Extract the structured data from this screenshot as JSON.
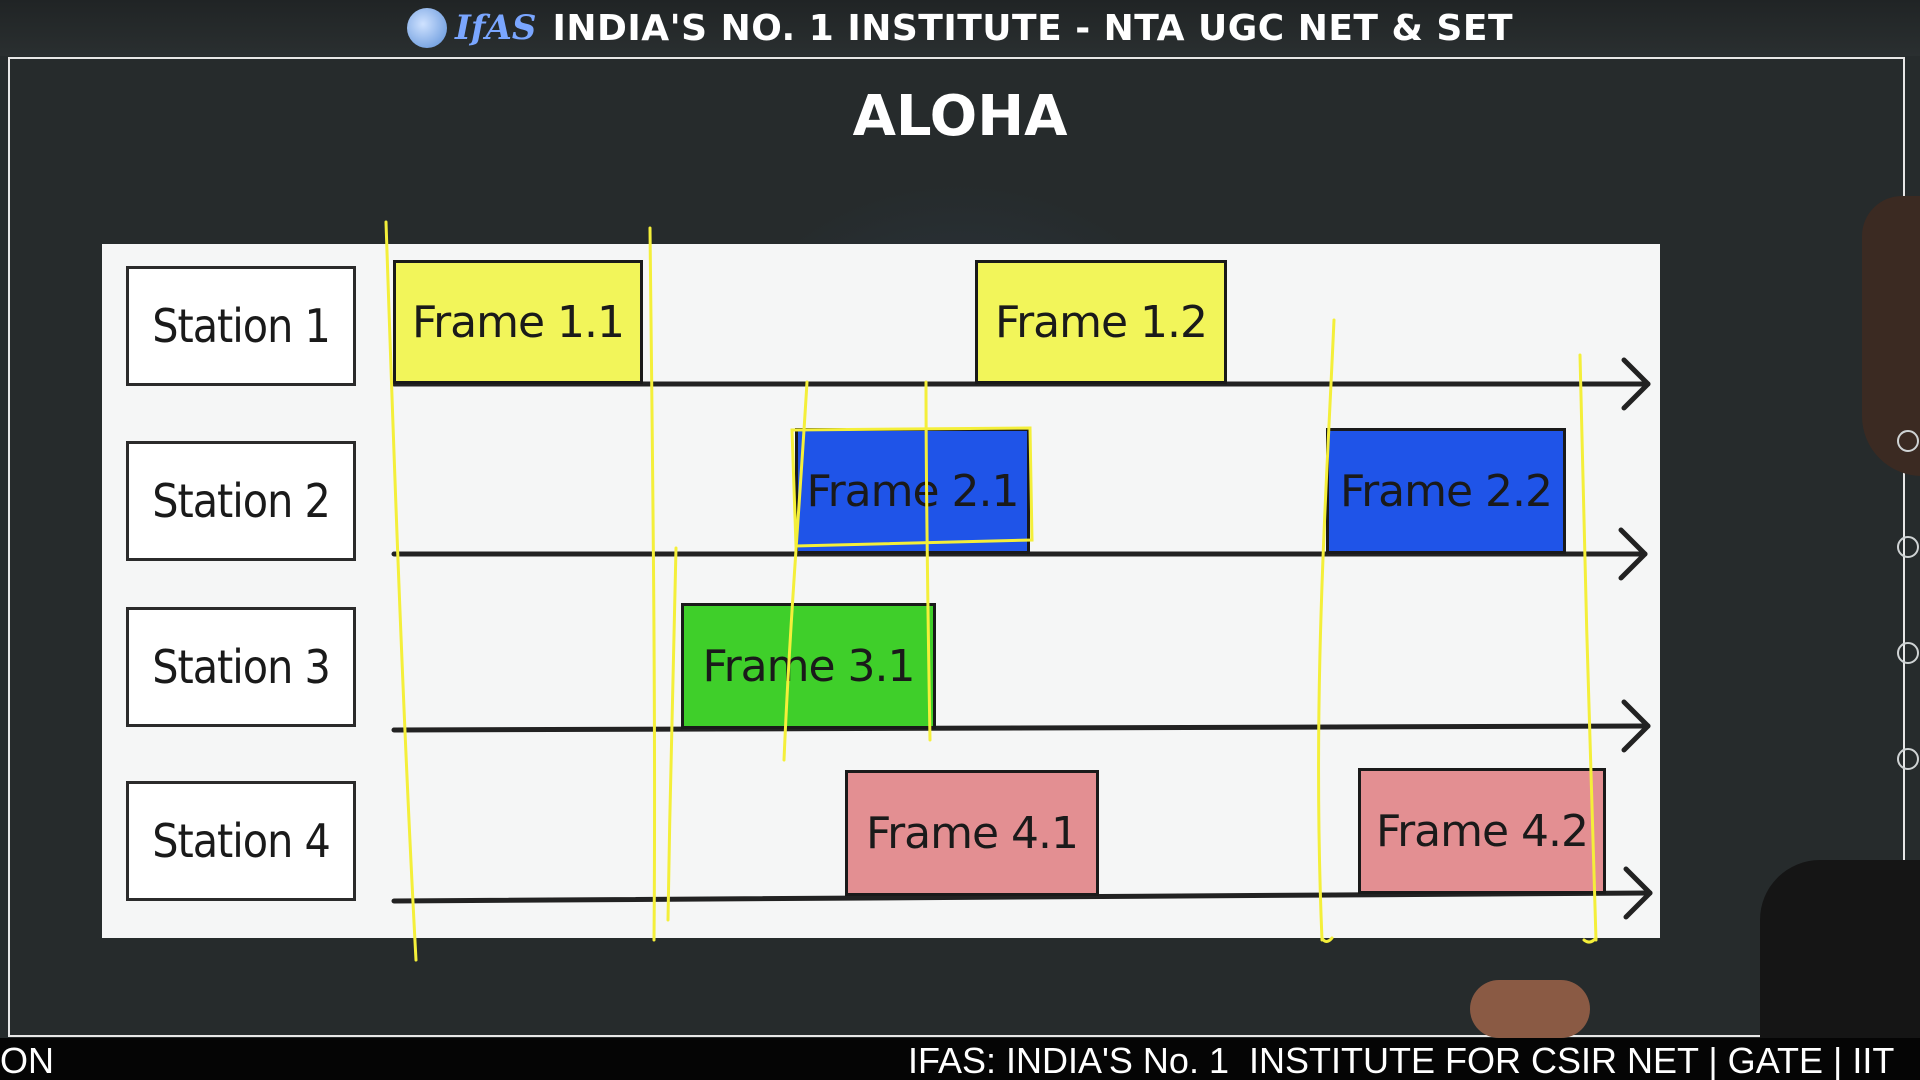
{
  "header": {
    "logo_text": "IfAS",
    "title": "INDIA'S NO. 1 INSTITUTE - NTA UGC NET & SET"
  },
  "slide": {
    "title": "ALOHA"
  },
  "diagram": {
    "stations": [
      {
        "label": "Station 1",
        "frames": [
          {
            "label": "Frame 1.1",
            "color": "#f2f55a"
          },
          {
            "label": "Frame 1.2",
            "color": "#f2f55a"
          }
        ]
      },
      {
        "label": "Station 2",
        "frames": [
          {
            "label": "Frame 2.1",
            "color": "#1f54e8"
          },
          {
            "label": "Frame 2.2",
            "color": "#1f54e8"
          }
        ]
      },
      {
        "label": "Station 3",
        "frames": [
          {
            "label": "Frame 3.1",
            "color": "#3fcf2a"
          }
        ]
      },
      {
        "label": "Station 4",
        "frames": [
          {
            "label": "Frame 4.1",
            "color": "#e38f92"
          },
          {
            "label": "Frame 4.2",
            "color": "#e38f92"
          }
        ]
      }
    ],
    "annotation_color": "#f4ef3a"
  },
  "ticker": {
    "left_fragment": "ON",
    "text": "IFAS: INDIA'S No. 1  INSTITUTE FOR CSIR NET | GATE | IIT"
  },
  "toolbar": {
    "icons": [
      "pen-icon",
      "eraser-icon",
      "more-icon",
      "settings-icon"
    ]
  }
}
